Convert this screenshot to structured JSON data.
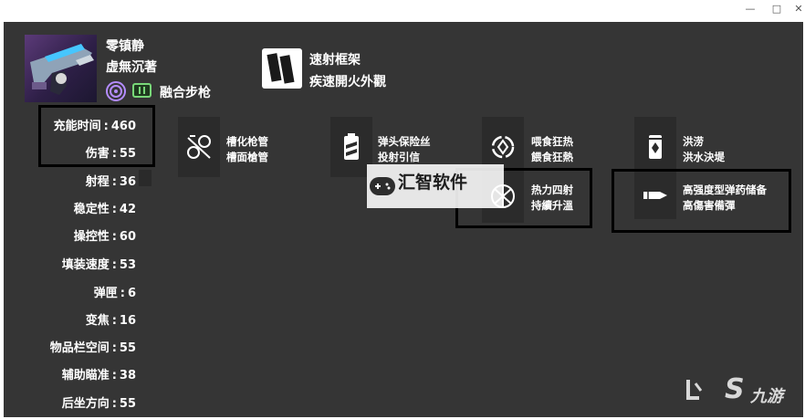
{
  "window": {
    "minimize_glyph": "—",
    "maximize_glyph": "□",
    "close_glyph": "✕"
  },
  "weapon": {
    "name_cn": "零镇静",
    "name_tw": "虚無沉著",
    "type": "融合步枪",
    "element_icon": "void-element-icon",
    "ammo_icon": "special-ammo-icon"
  },
  "frame": {
    "name_cn": "速射框架",
    "name_tw": "疾速開火外觀"
  },
  "stats": [
    {
      "label": "充能时间",
      "value": "460"
    },
    {
      "label": "伤害",
      "value": "55"
    },
    {
      "label": "射程",
      "value": "36"
    },
    {
      "label": "稳定性",
      "value": "42"
    },
    {
      "label": "操控性",
      "value": "60"
    },
    {
      "label": "填装速度",
      "value": "53"
    },
    {
      "label": "弹匣",
      "value": "6"
    },
    {
      "label": "变焦",
      "value": "16"
    },
    {
      "label": "物品栏空间",
      "value": "55"
    },
    {
      "label": "辅助瞄准",
      "value": "38"
    },
    {
      "label": "后坐方向",
      "value": "55"
    }
  ],
  "stat_separator": ":",
  "perks": {
    "barrel": {
      "name_cn": "槽化枪管",
      "name_tw": "槽面槍管",
      "icon": "barrel-icon"
    },
    "battery": {
      "name_cn": "弹头保险丝",
      "name_tw": "投射引信",
      "icon": "battery-icon"
    },
    "trait1_a": {
      "name_cn": "喂食狂热",
      "name_tw": "餵食狂熱",
      "icon": "feeding-frenzy-icon"
    },
    "trait1_b": {
      "name_cn": "热力四射",
      "name_tw": "持續升溫",
      "icon": "heating-up-icon"
    },
    "trait2": {
      "name_cn": "洪涝",
      "name_tw": "洪水決堤",
      "icon": "flood-icon"
    },
    "mod": {
      "name_cn": "高强度型弹药储备",
      "name_tw": "高傷害備彈",
      "icon": "ammo-reserve-icon"
    }
  },
  "watermark": {
    "text": "汇智软件"
  },
  "corner_brand": {
    "s_glyph": "S",
    "text": "九游"
  },
  "colors": {
    "panel_bg": "#353535",
    "text": "#ffffff",
    "highlight_border": "#000000",
    "void_purple": "#b48cff",
    "ammo_green": "#78d878"
  }
}
